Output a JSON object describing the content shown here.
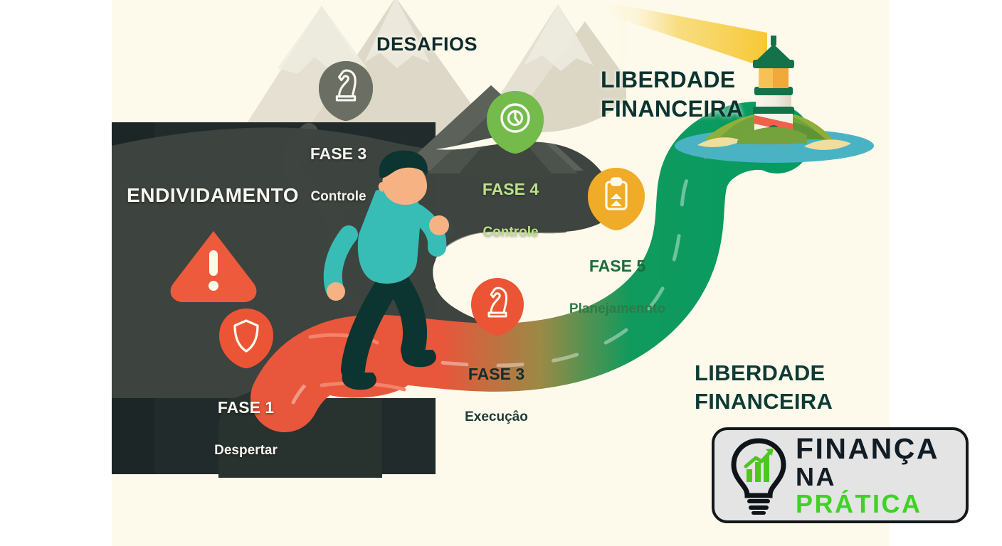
{
  "headings": {
    "desafios": "DESAFIOS",
    "liberdade_top_line1": "LIBERDADE",
    "liberdade_top_line2": "FINANCEIRA",
    "liberdade_bottom_line1": "LIBERDADE",
    "liberdade_bottom_line2": "FINANCEIRA",
    "endividamento": "ENDIVIDAMENTO"
  },
  "phases": [
    {
      "id": "fase-3-controle",
      "title": "FASE 3",
      "subtitle": "Controle",
      "icon": "chess-knight-icon",
      "pin_color": "#6b6f63"
    },
    {
      "id": "fase-4-controle",
      "title": "FASE 4",
      "subtitle": "Controle",
      "icon": "compass-icon",
      "pin_color": "#74bb4c"
    },
    {
      "id": "fase-5-planejamennto",
      "title": "FASE 5",
      "subtitle": "Planejamennto",
      "icon": "clipboard-icon",
      "pin_color": "#f0ab28"
    },
    {
      "id": "fase-3-execucao",
      "title": "FASE 3",
      "subtitle": "Execuçâo",
      "icon": "chess-knight-icon",
      "pin_color": "#eb5535"
    },
    {
      "id": "fase-1-despertar",
      "title": "FASE 1",
      "subtitle": "Despertar",
      "icon": "shield-icon",
      "pin_color": "#eb5535"
    }
  ],
  "alert": {
    "icon": "warning-triangle-icon",
    "color": "#ee5a3c"
  },
  "logo": {
    "line1": "FINANÇA",
    "line2_dark": "NA ",
    "line2_green": "PRÁTICA",
    "icon": "lightbulb-bar-chart-icon",
    "accent_green": "#3fd224",
    "dark": "#111c24",
    "plate_bg": "#e3e4e3"
  },
  "scene": {
    "background": "#fdfaec",
    "debt_panel_color": "#222b2b",
    "road_start_color": "#e8563b",
    "road_end_color": "#0d9b62",
    "lighthouse_beam_color": "#f6cf4e",
    "island_grass": "#74a23a",
    "island_sand": "#f0dda0",
    "water": "#49b3c4",
    "mountain_light": "#e3ded0",
    "mountain_dark": "#555c55",
    "person_shirt": "#37bdb5",
    "person_pants": "#0c3431",
    "person_skin": "#f7b283"
  }
}
